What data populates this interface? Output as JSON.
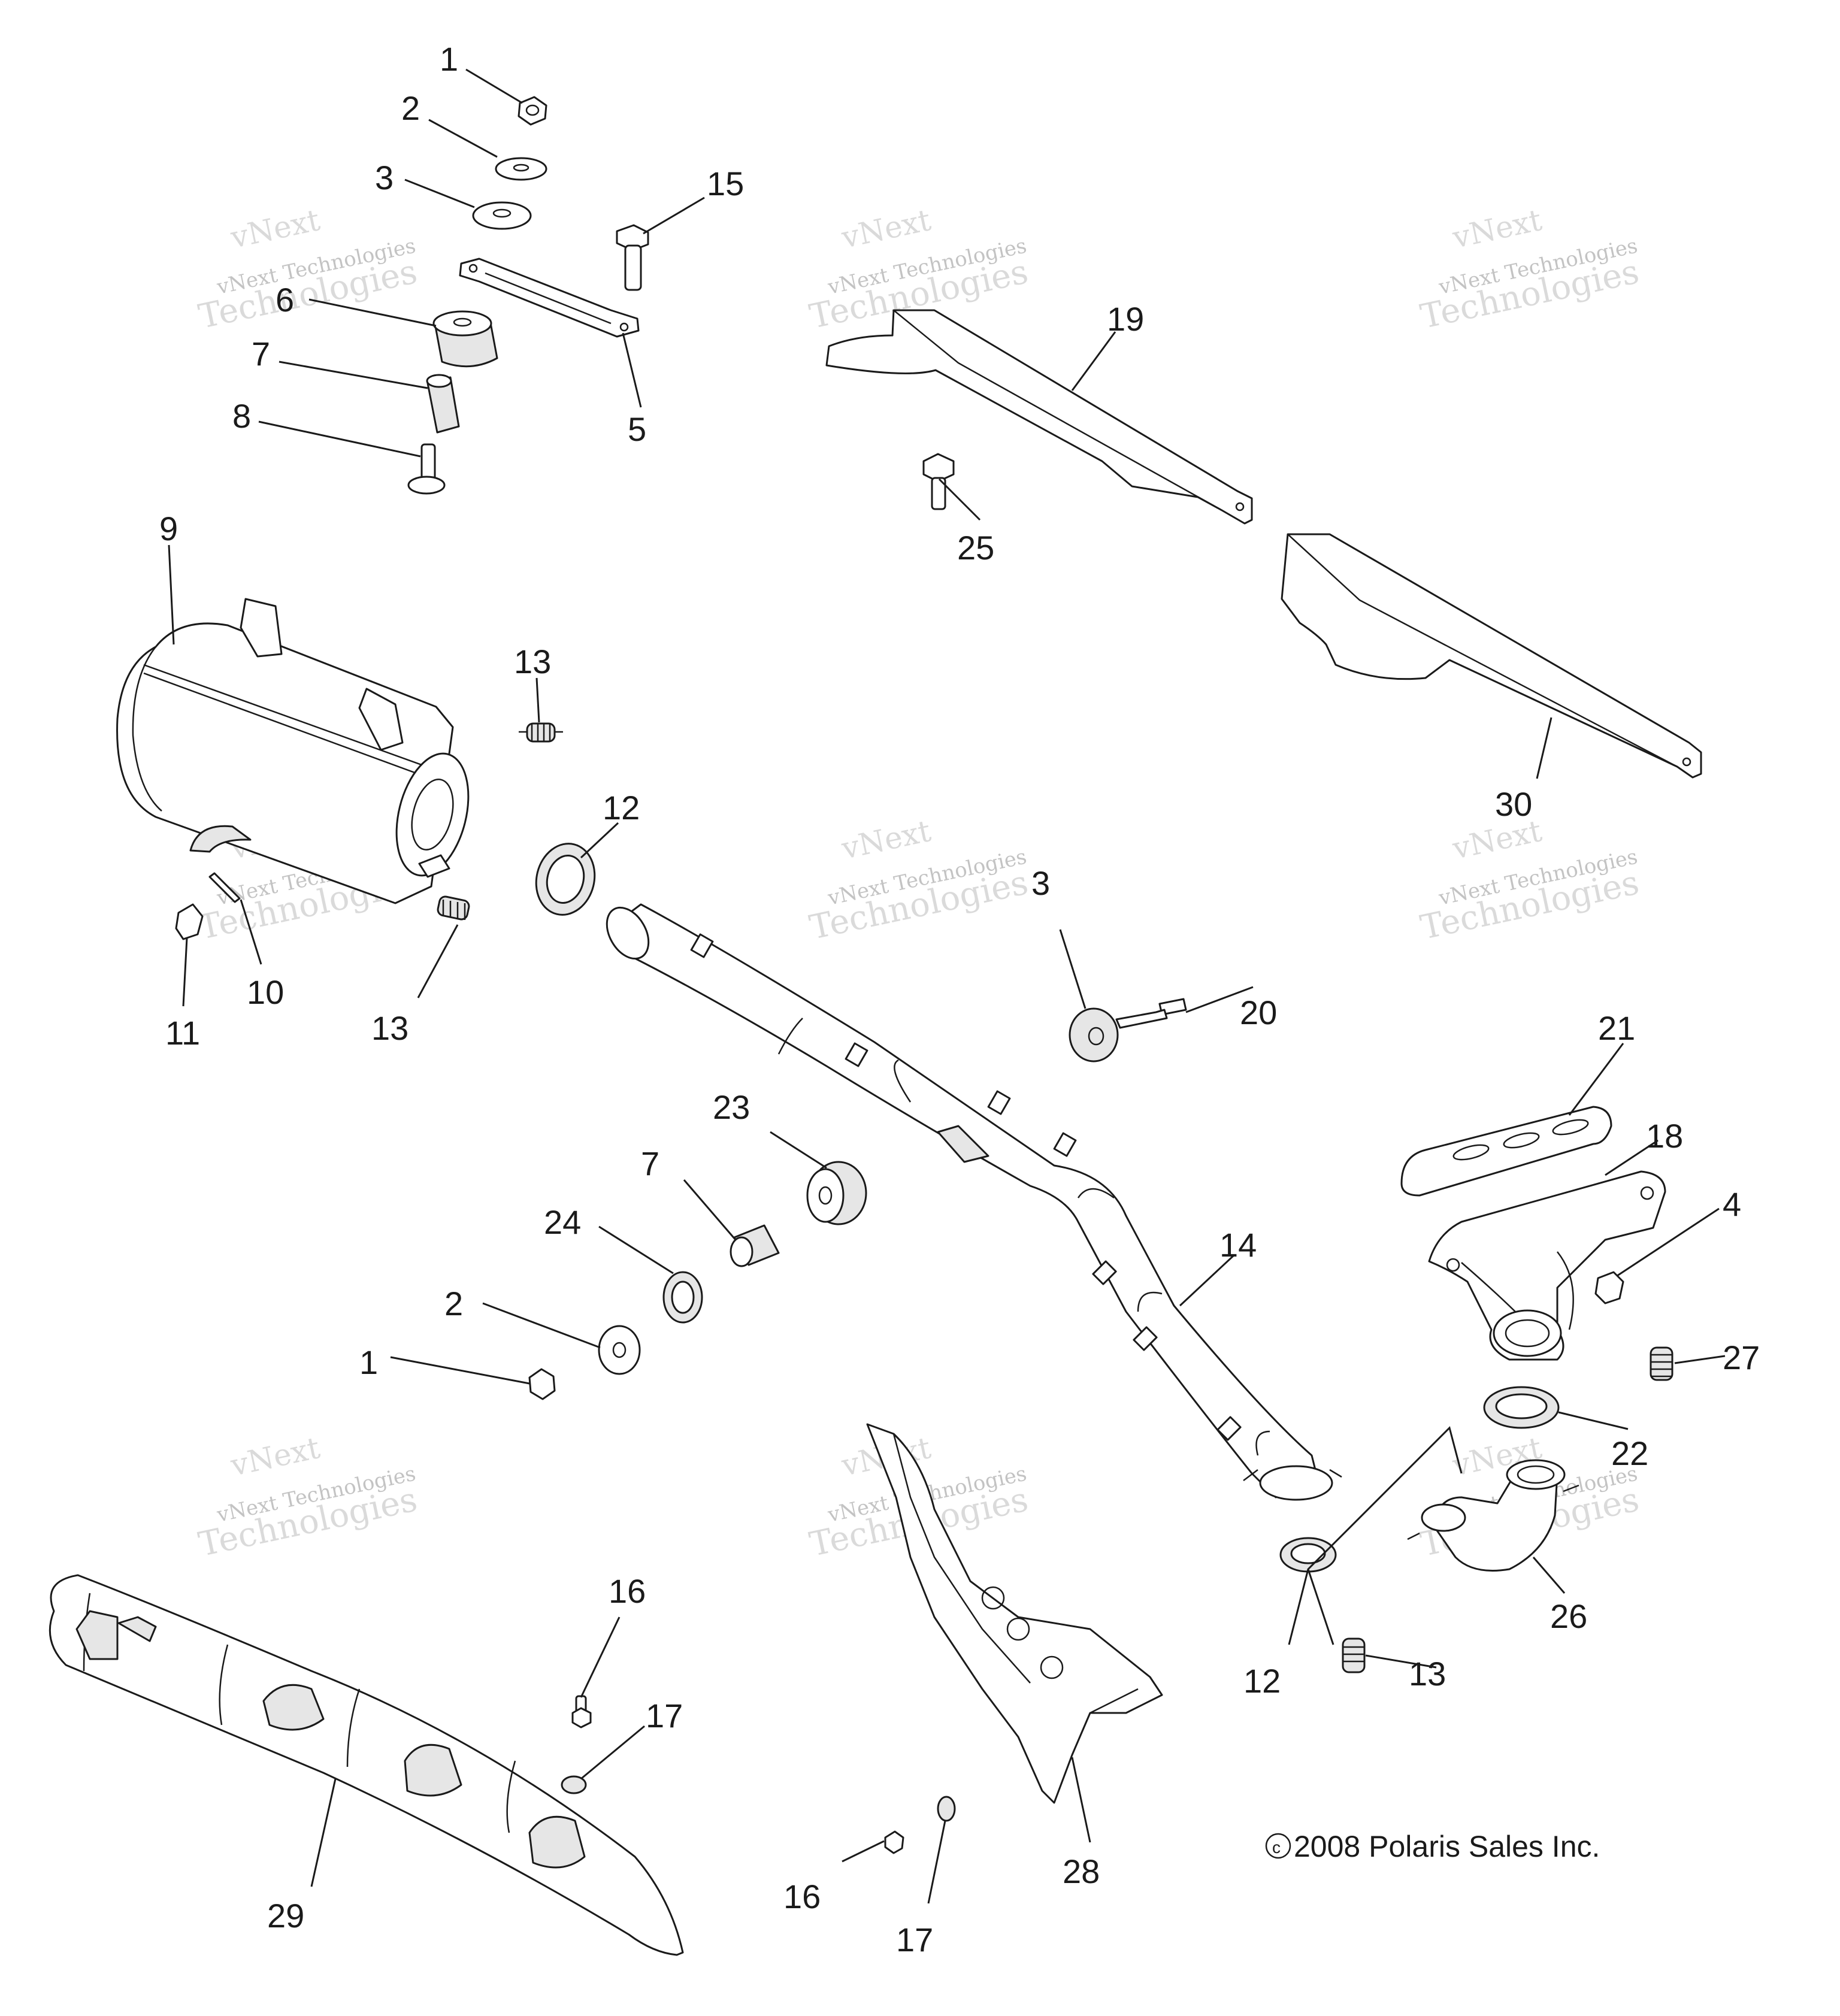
{
  "callouts": [
    "1",
    "2",
    "3",
    "15",
    "6",
    "7",
    "8",
    "5",
    "19",
    "25",
    "9",
    "13",
    "12",
    "10",
    "11",
    "13",
    "30",
    "3",
    "20",
    "21",
    "18",
    "4",
    "27",
    "22",
    "23",
    "7",
    "24",
    "2",
    "1",
    "14",
    "26",
    "16",
    "17",
    "29",
    "16",
    "17",
    "28",
    "12",
    "13"
  ],
  "watermark": {
    "line1": "vNext",
    "line2": "vNext Technologies",
    "line3": "Technologies"
  },
  "copyright": "2008 Polaris Sales Inc.",
  "copyright_symbol": "©"
}
